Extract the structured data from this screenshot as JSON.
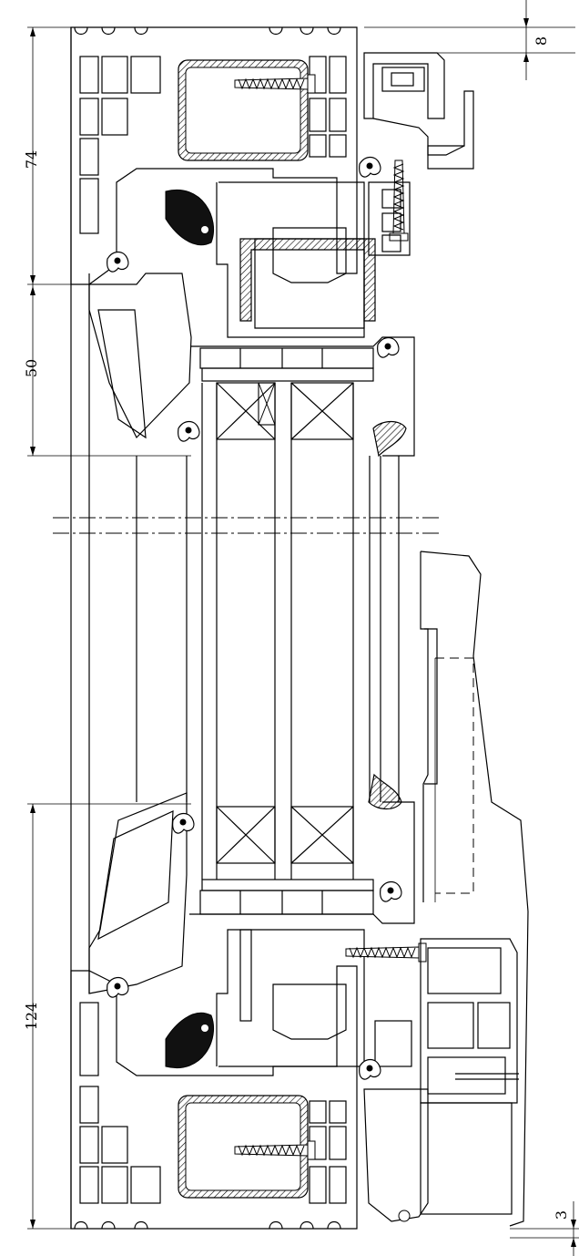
{
  "dimensions": {
    "top_frame": "74",
    "top_sash": "50",
    "bottom_combined": "124",
    "top_gap": "8",
    "bottom_gap": "3"
  }
}
